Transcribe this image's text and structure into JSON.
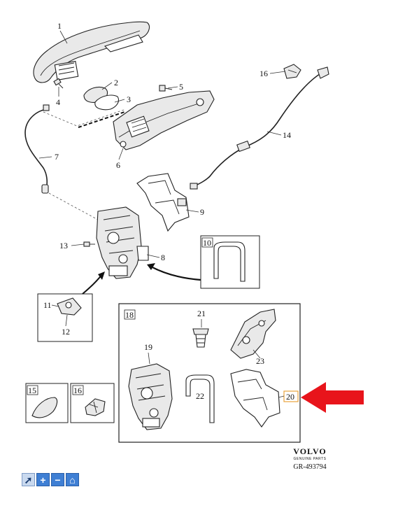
{
  "diagram": {
    "callouts": [
      "1",
      "2",
      "3",
      "4",
      "5",
      "6",
      "7",
      "8",
      "9",
      "13",
      "14",
      "16",
      "21",
      "22",
      "23",
      "19",
      "11",
      "12"
    ],
    "inset_box_labels": [
      "10",
      "18",
      "20",
      "15",
      "16"
    ],
    "highlight_arrow_color": "#e8141b",
    "highlight_label_border": "#e8a33c"
  },
  "brand": {
    "logo": "VOLVO",
    "subtitle": "GENUINE PARTS",
    "code": "GR-493794"
  },
  "toolbar": {
    "buttons": [
      {
        "name": "pointer-icon",
        "glyph": "➚"
      },
      {
        "name": "zoom-in-icon",
        "glyph": "+"
      },
      {
        "name": "zoom-out-icon",
        "glyph": "−"
      },
      {
        "name": "home-icon",
        "glyph": "⌂"
      }
    ]
  }
}
